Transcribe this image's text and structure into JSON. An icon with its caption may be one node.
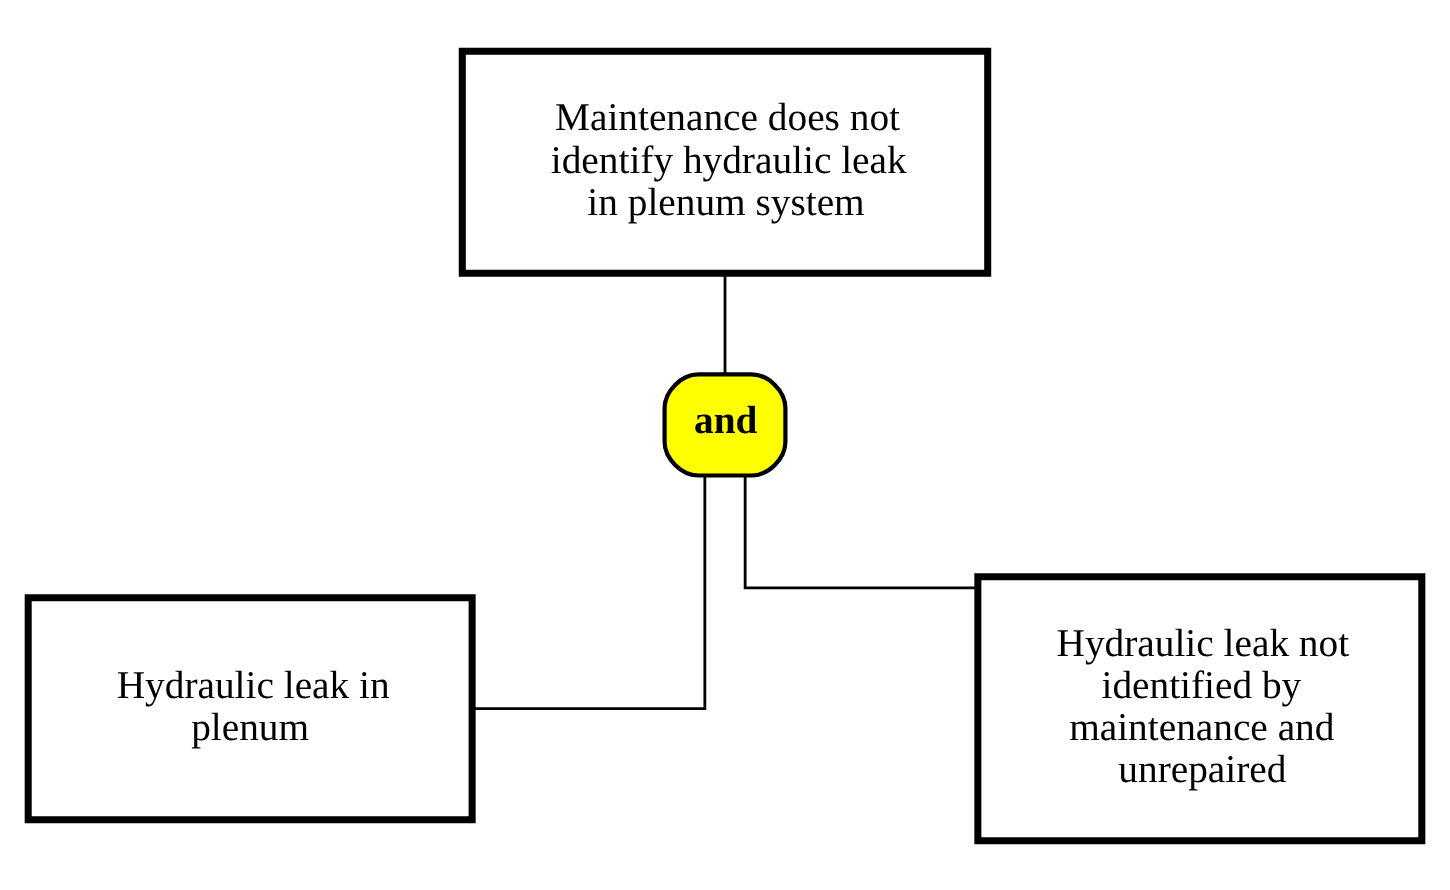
{
  "diagram": {
    "nodes": [
      {
        "text": [
          "Maintenance does not identify hydraulic leak in plenum system"
        ]
      },
      {
        "text": [
          "and"
        ]
      },
      {
        "text": [
          "Hydraulic leak in plenum"
        ]
      },
      {
        "text": [
          "Hydraulic leak not identified by maintenance and unrepaired"
        ]
      }
    ],
    "edges": [
      {
        "from": 0,
        "to": 1,
        "arrow": "none"
      },
      {
        "from": 1,
        "to": 2,
        "arrow": "none"
      },
      {
        "from": 1,
        "to": 3,
        "arrow": "none"
      }
    ]
  }
}
